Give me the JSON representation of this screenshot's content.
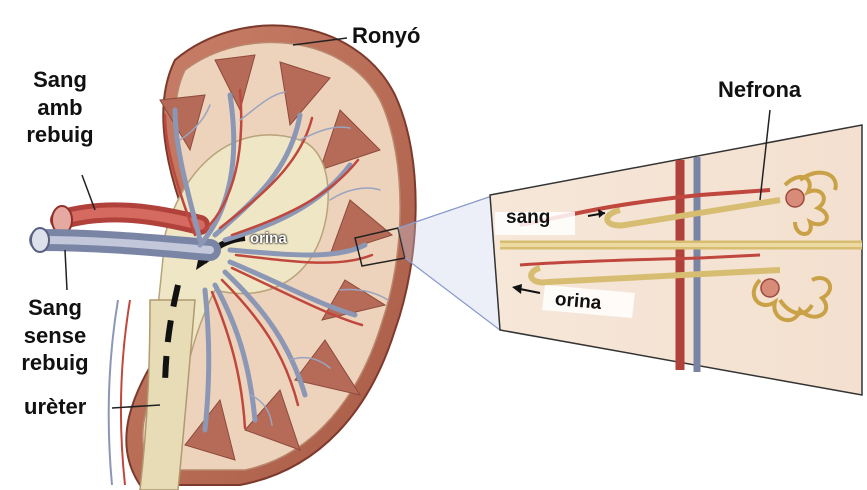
{
  "labels": {
    "kidney": "Ronyó",
    "blood_in": [
      "Sang",
      "amb",
      "rebuig"
    ],
    "blood_out": [
      "Sang",
      "sense",
      "rebuig"
    ],
    "ureter": "urèter",
    "urine_kidney": "orina",
    "nephron": "Nefrona",
    "inset_blood": "sang",
    "inset_urine": "orina"
  }
}
